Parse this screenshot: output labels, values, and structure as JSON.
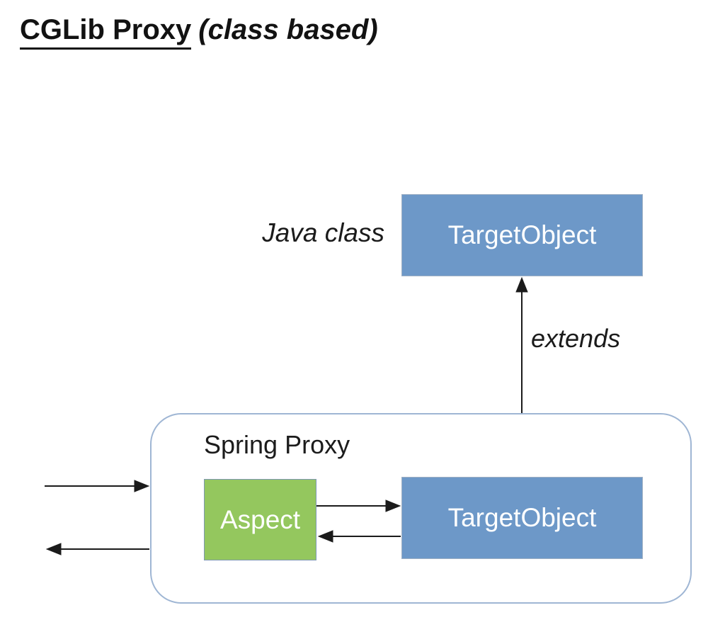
{
  "title": {
    "main": "CGLib Proxy",
    "suffix": "(class based)"
  },
  "top_section": {
    "java_class_label": "Java class",
    "target_box_label": "TargetObject",
    "extends_label": "extends"
  },
  "spring_proxy": {
    "title": "Spring Proxy",
    "aspect_label": "Aspect",
    "target_label": "TargetObject"
  },
  "colors": {
    "box_blue": "#6d98c8",
    "box_green": "#94c75e",
    "container_border": "#9fb6d4",
    "arrow": "#1b1b1b",
    "box_text": "#ffffff",
    "title_text": "#121212"
  },
  "arrows": [
    {
      "name": "incoming-arrow",
      "description": "into Spring Proxy from left",
      "direction": "right"
    },
    {
      "name": "outgoing-arrow",
      "description": "out of Spring Proxy to left",
      "direction": "left"
    },
    {
      "name": "aspect-to-target-arrow",
      "description": "Aspect to TargetObject",
      "direction": "right"
    },
    {
      "name": "target-to-aspect-arrow",
      "description": "TargetObject back to Aspect",
      "direction": "left"
    },
    {
      "name": "extends-arrow",
      "description": "Spring Proxy extends TargetObject java class",
      "direction": "up"
    }
  ]
}
